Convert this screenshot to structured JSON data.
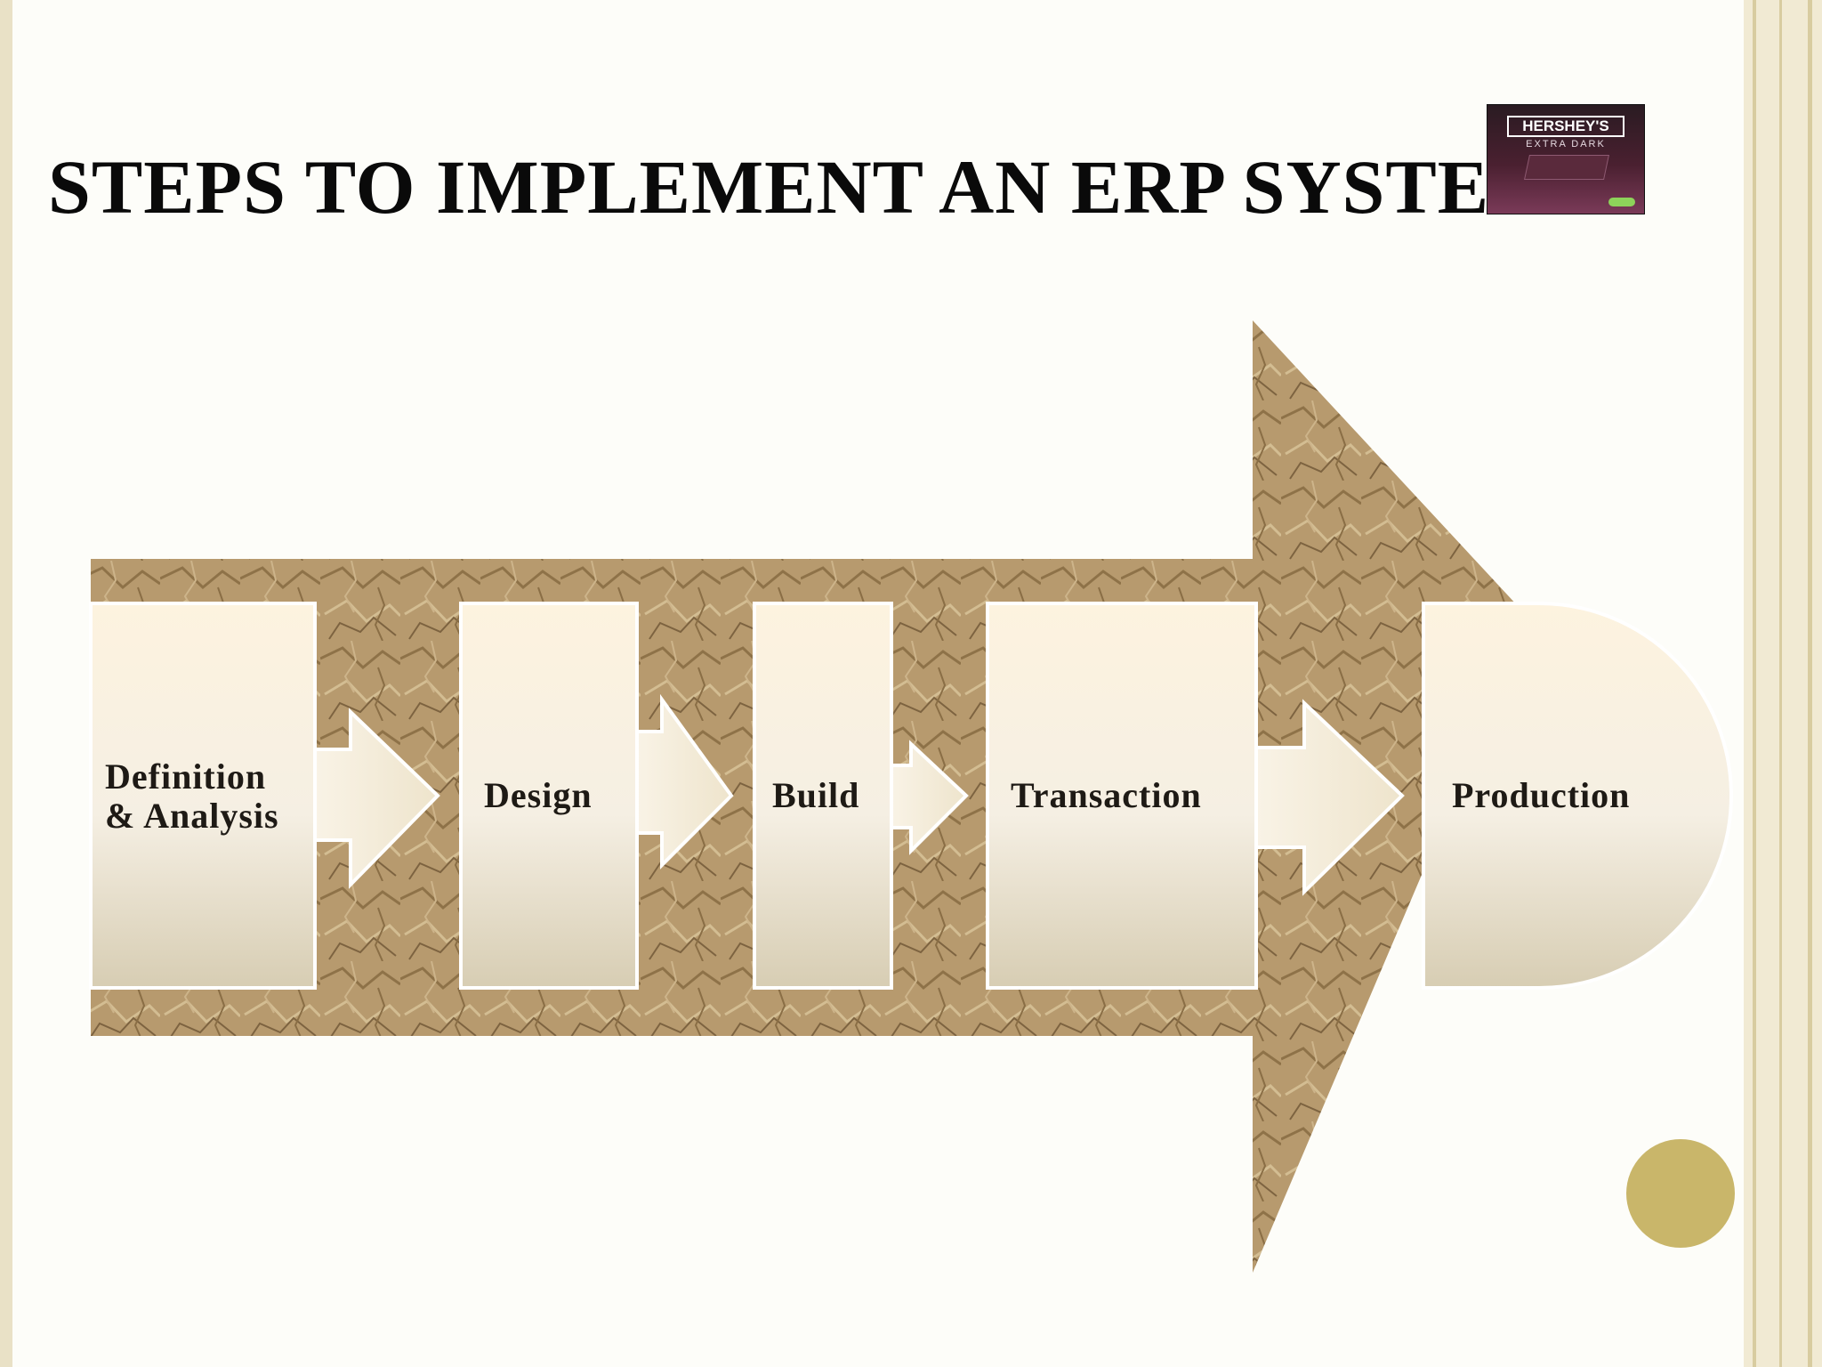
{
  "slide": {
    "title": "STEPS TO IMPLEMENT AN ERP SYSTEM",
    "logo": {
      "brand": "HERSHEY'S",
      "subtitle": "EXTRA DARK"
    }
  },
  "diagram": {
    "steps": [
      {
        "label_line1": "Definition",
        "label_line2": "& Analysis"
      },
      {
        "label_line1": "Design"
      },
      {
        "label_line1": "Build"
      },
      {
        "label_line1": "Transaction"
      },
      {
        "label_line1": "Production"
      }
    ]
  },
  "colors": {
    "big_arrow": "#b79a6e",
    "box_top": "#fdf3df",
    "box_bottom": "#d7cdb3",
    "accent_dot": "#c9b66a"
  }
}
